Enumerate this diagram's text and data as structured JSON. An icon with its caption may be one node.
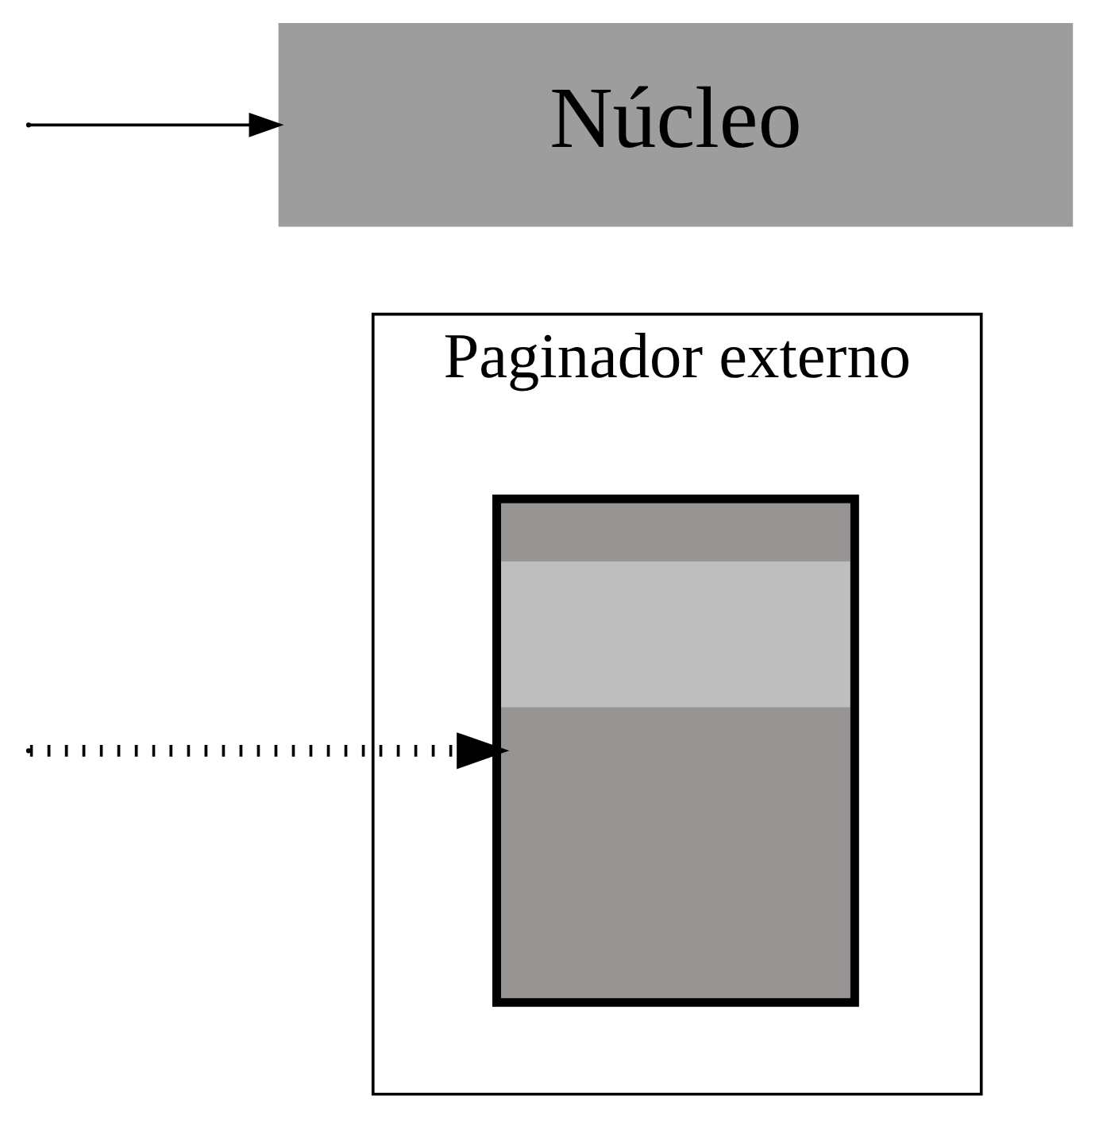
{
  "diagram": {
    "nodes": [
      {
        "text": [
          "Paginador externo"
        ]
      },
      {
        "text": [],
        "shape": "box",
        "in": 0
      },
      {
        "text": [
          "Núcleo"
        ]
      }
    ],
    "edges": [
      {
        "from": null,
        "to": 1,
        "arrow": "to",
        "style": "dashed"
      },
      {
        "from": null,
        "to": 2,
        "arrow": "to"
      }
    ]
  }
}
